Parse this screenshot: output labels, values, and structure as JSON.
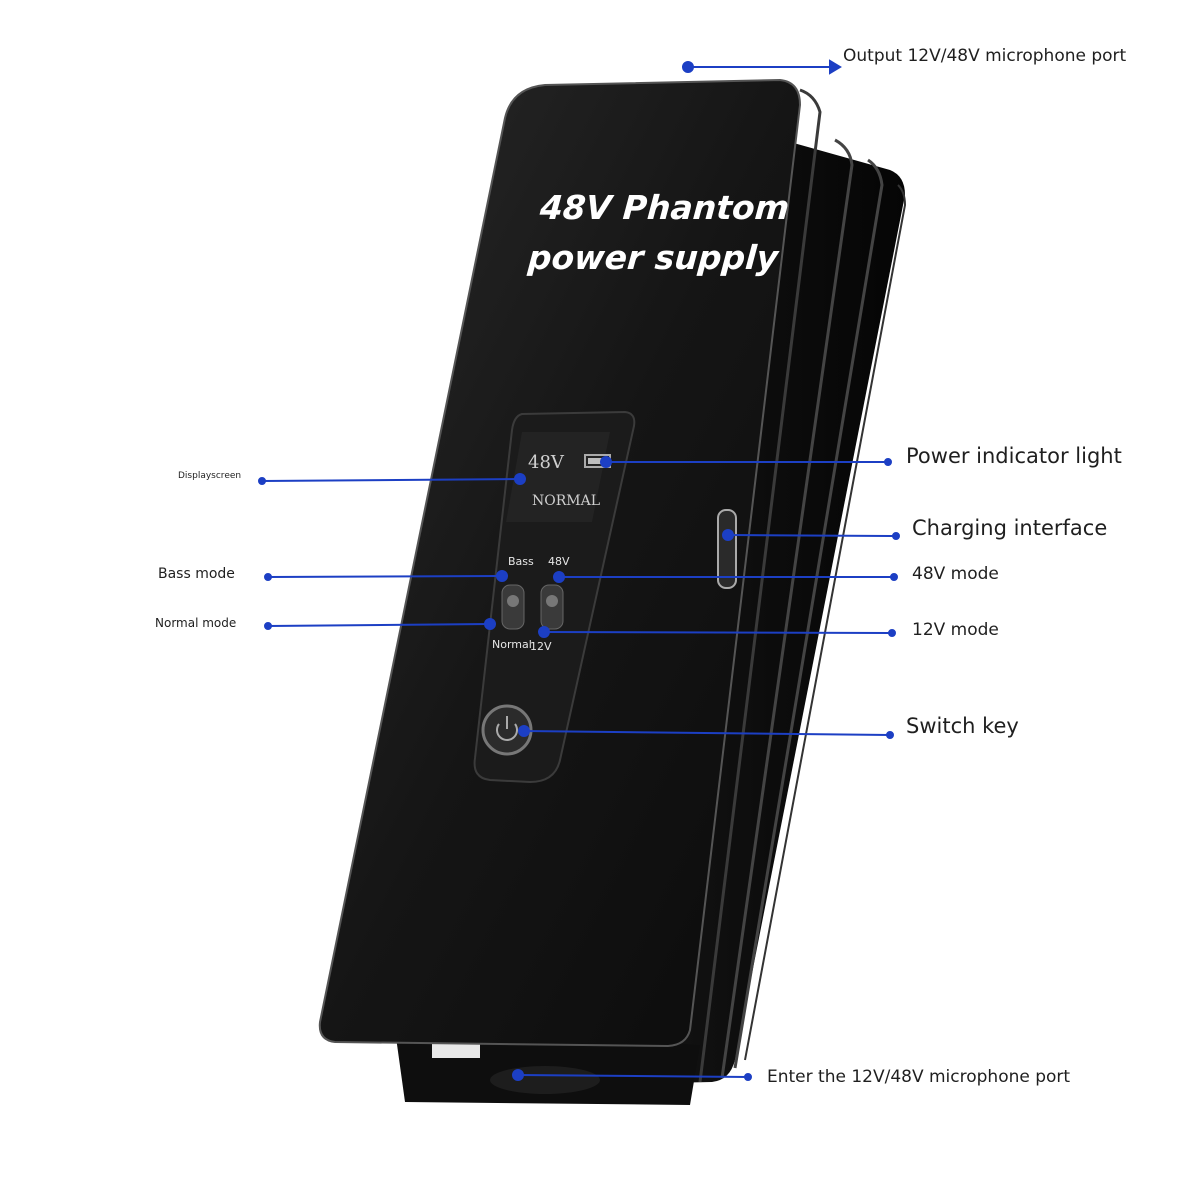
{
  "device": {
    "title_line1": "48V Phantom",
    "title_line2": "power supply",
    "screen_voltage": "48V",
    "screen_mode": "NORMAL",
    "left_switch_top": "Bass",
    "left_switch_bottom": "Normal",
    "right_switch_top": "48V",
    "right_switch_bottom": "12V"
  },
  "callouts": {
    "output_port": "Output 12V/48V microphone port",
    "power_indicator": "Power indicator light",
    "charging_interface": "Charging interface",
    "mode_48v": "48V mode",
    "mode_12v": "12V mode",
    "switch_key": "Switch key",
    "input_port": "Enter the 12V/48V microphone port",
    "display_screen": "Displayscreen",
    "bass_mode": "Bass mode",
    "normal_mode": "Normal mode"
  },
  "colors": {
    "line": "#1c3fc4",
    "body": "#141414",
    "background": "#ffffff"
  }
}
